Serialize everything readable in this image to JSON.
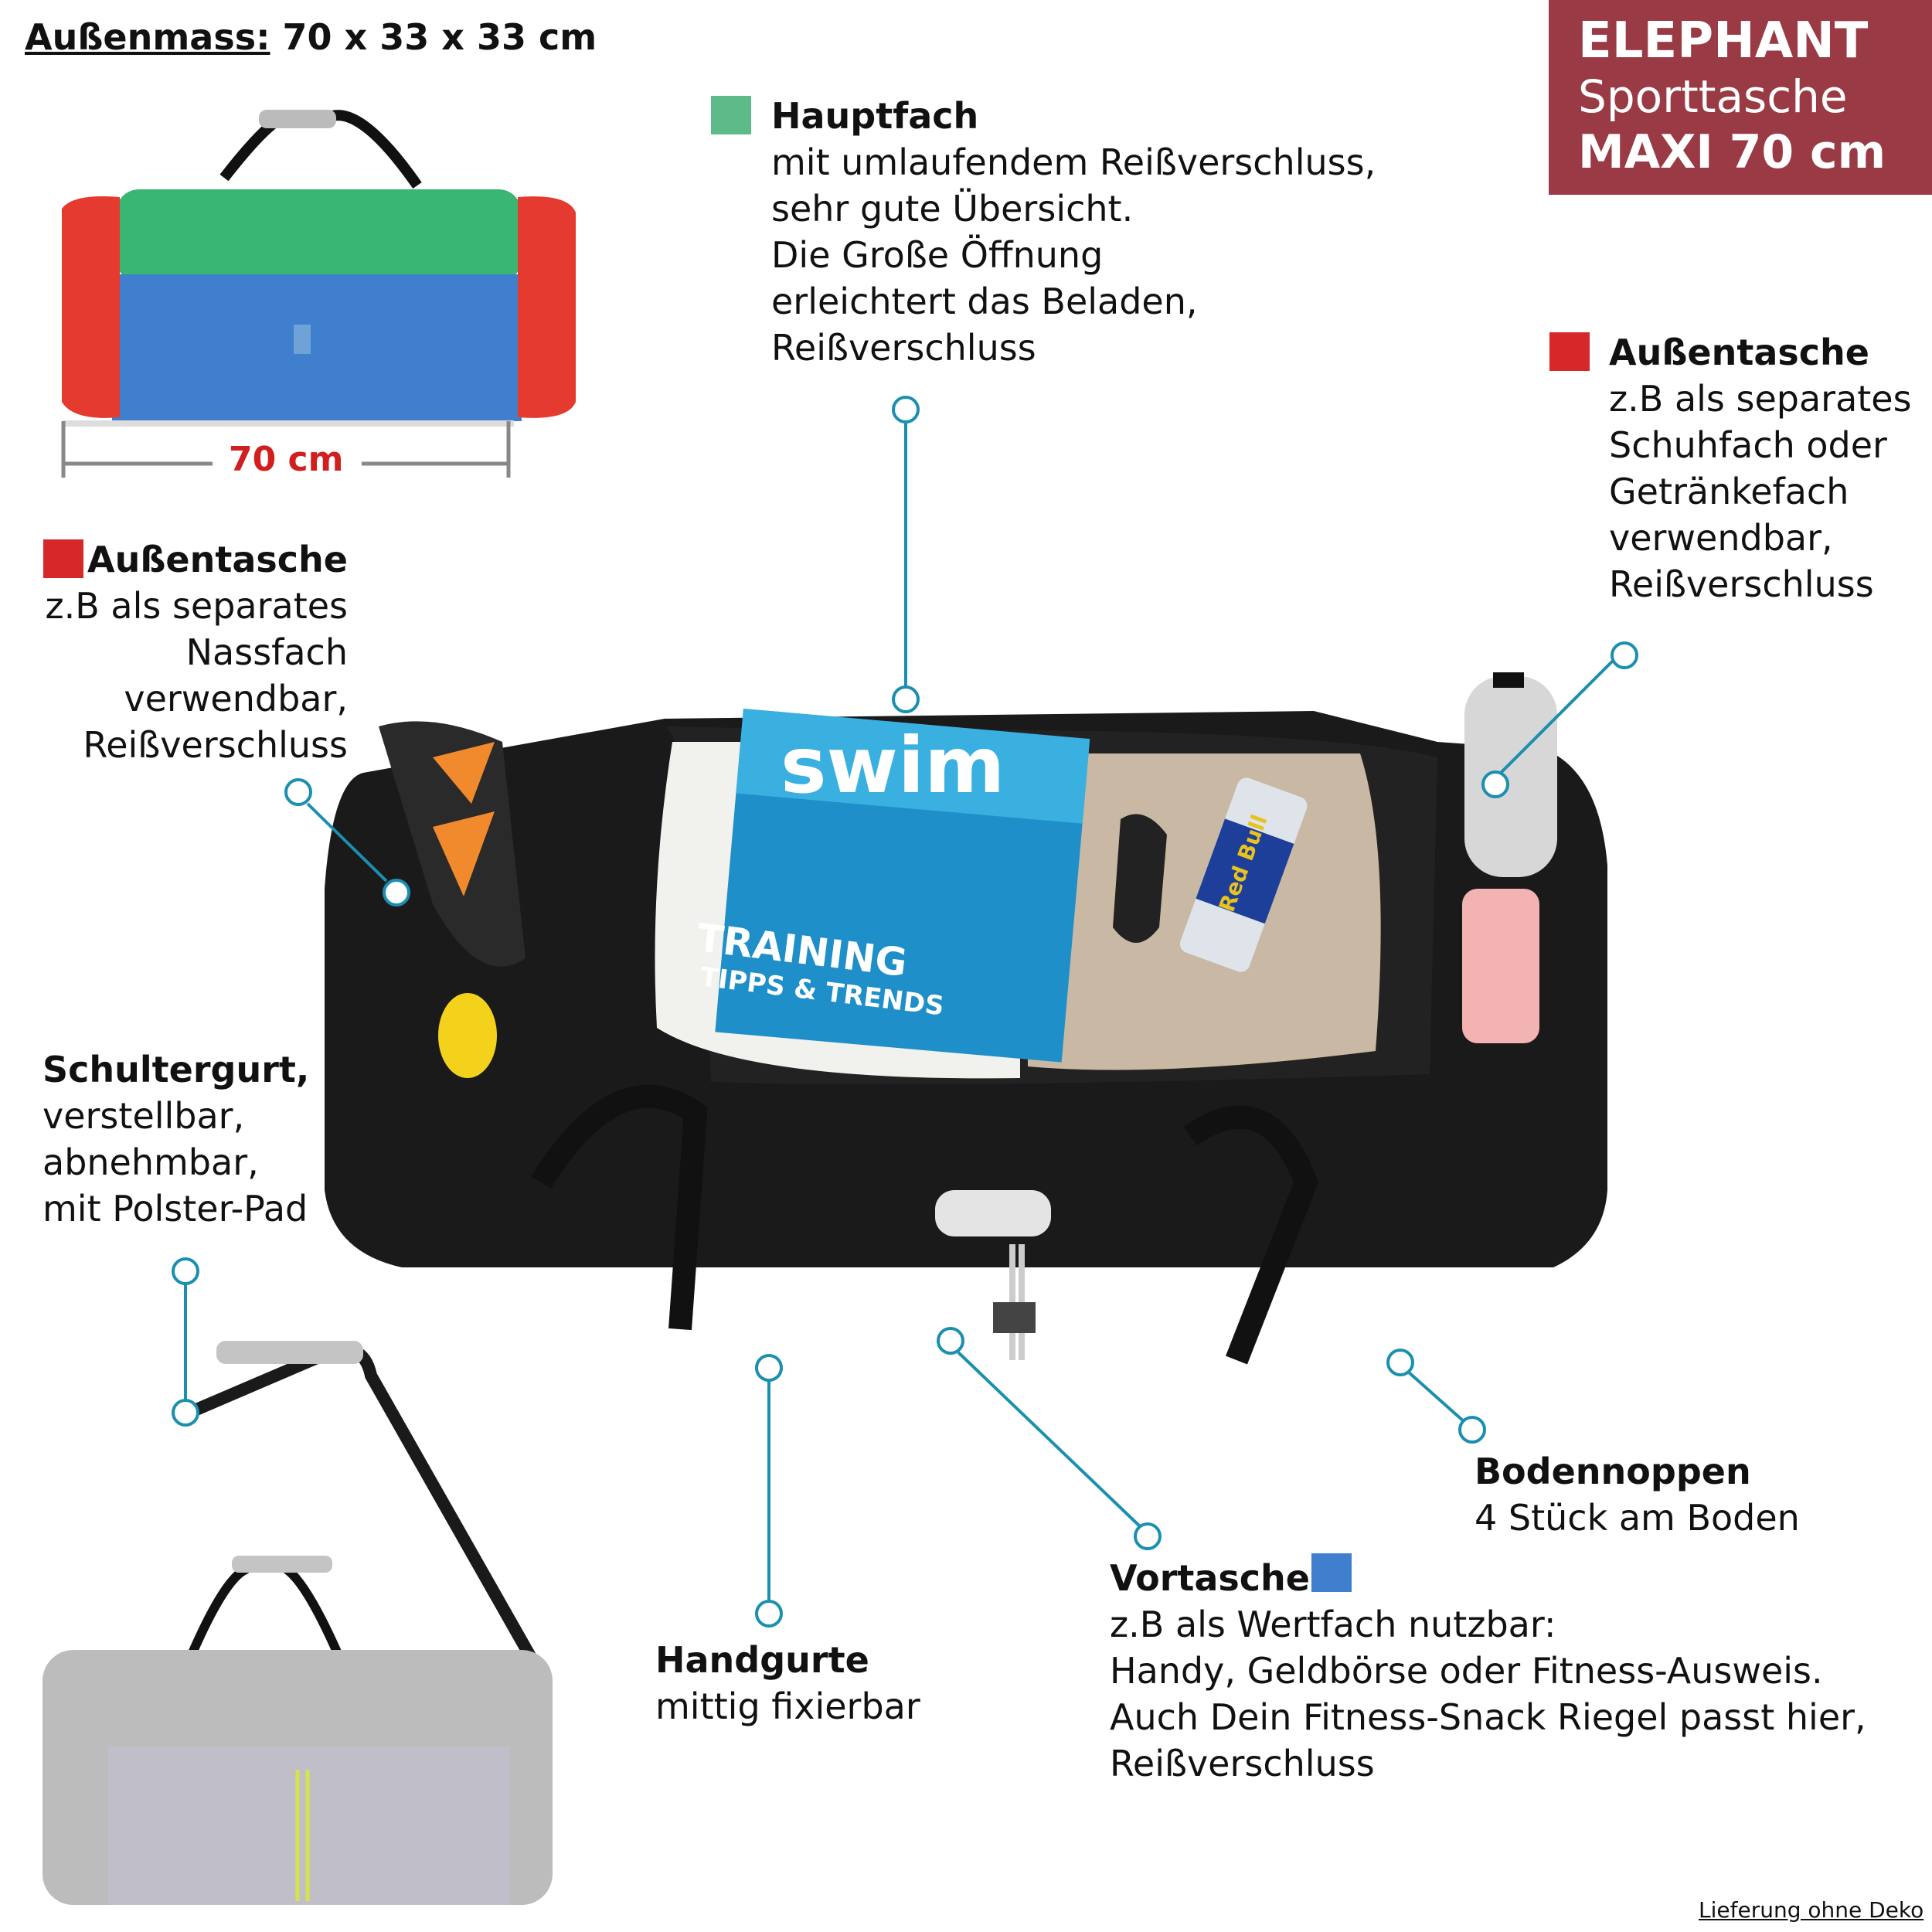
{
  "dimensions": {
    "label": "Außenmass:",
    "value": " 70 x 33 x 33 cm",
    "width_label": "70 cm"
  },
  "brand": {
    "line1": "ELEPHANT",
    "line2": "Sporttasche",
    "line3": "MAXI 70 cm",
    "color": "#9a3a44"
  },
  "callouts": {
    "hauptfach": {
      "title": "Hauptfach",
      "lines": [
        "mit umlaufendem Reißverschluss,",
        "sehr gute Übersicht.",
        "Die Große Öffnung",
        "erleichtert das Beladen,",
        "Reißverschluss"
      ],
      "color": "#5dbb8a"
    },
    "aussentasche_right": {
      "title": "Außentasche",
      "lines": [
        "z.B als separates",
        "Schuhfach oder",
        "Getränkefach",
        "verwendbar,",
        "Reißverschluss"
      ],
      "color": "#d62828"
    },
    "aussentasche_left": {
      "title": "Außentasche",
      "lines": [
        "z.B als separates",
        "Nassfach",
        "verwendbar,",
        "Reißverschluss"
      ],
      "color": "#d62828"
    },
    "schultergurt": {
      "title": "Schultergurt,",
      "lines": [
        "verstellbar,",
        "abnehmbar,",
        "mit Polster-Pad"
      ]
    },
    "bodennoppen": {
      "title": "Bodennoppen",
      "lines": [
        "4 Stück am Boden"
      ]
    },
    "vortasche": {
      "title": "Vortasche",
      "lines": [
        "z.B als Wertfach nutzbar:",
        "Handy, Geldbörse oder Fitness-Ausweis.",
        "Auch Dein Fitness-Snack Riegel passt hier,",
        "Reißverschluss"
      ],
      "color": "#3f7fce"
    },
    "handgurte": {
      "title": "Handgurte",
      "lines": [
        "mittig fixierbar"
      ]
    }
  },
  "magazine": {
    "name": "swim",
    "headline1": "TRAINING",
    "headline2": "TIPPS & TRENDS"
  },
  "can_label": "Red Bull",
  "footer_note": "Lieferung ohne Deko",
  "leader_color": "#1a8fb0"
}
